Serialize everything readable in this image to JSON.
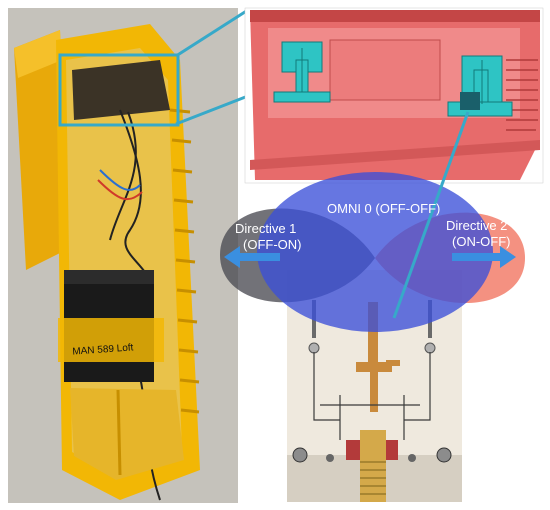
{
  "labels": {
    "omni": "OMNI 0 (OFF-OFF)",
    "dir1_line1": "Directive 1",
    "dir1_line2": "(OFF-ON)",
    "dir2_line1": "Directive 2",
    "dir2_line2": "(ON-OFF)",
    "box_text": "MAN 589 Loft"
  },
  "colors": {
    "case_yellow": "#f2b705",
    "cad_pink": "#e76b6b",
    "teal_component": "#2ec4c4",
    "callout_line": "#37a9c9",
    "omni_lobe": "#3b4fd8",
    "directive1_lobe": "#4a4a52",
    "directive2_lobe": "#f0624c",
    "arrow_blue": "#3a8fe0",
    "pcb_copper": "#c98a3c"
  },
  "icons": {
    "left_arrow": "arrow-left-icon",
    "right_arrow": "arrow-right-icon"
  }
}
